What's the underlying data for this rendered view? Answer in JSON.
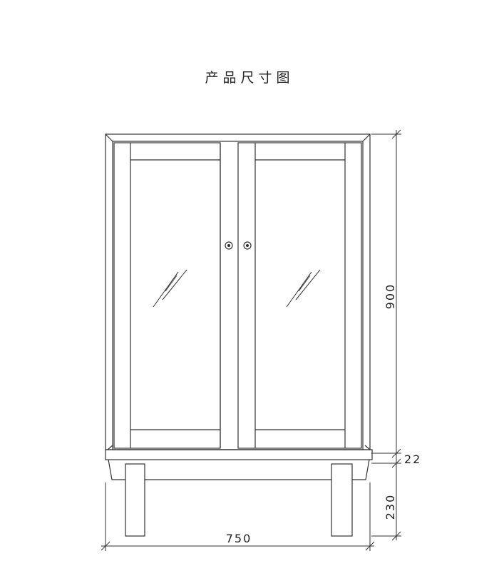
{
  "title": "产品尺寸图",
  "dimensions": {
    "height_cabinet": "900",
    "height_top_board": "22",
    "height_legs": "230",
    "width_total": "750"
  }
}
